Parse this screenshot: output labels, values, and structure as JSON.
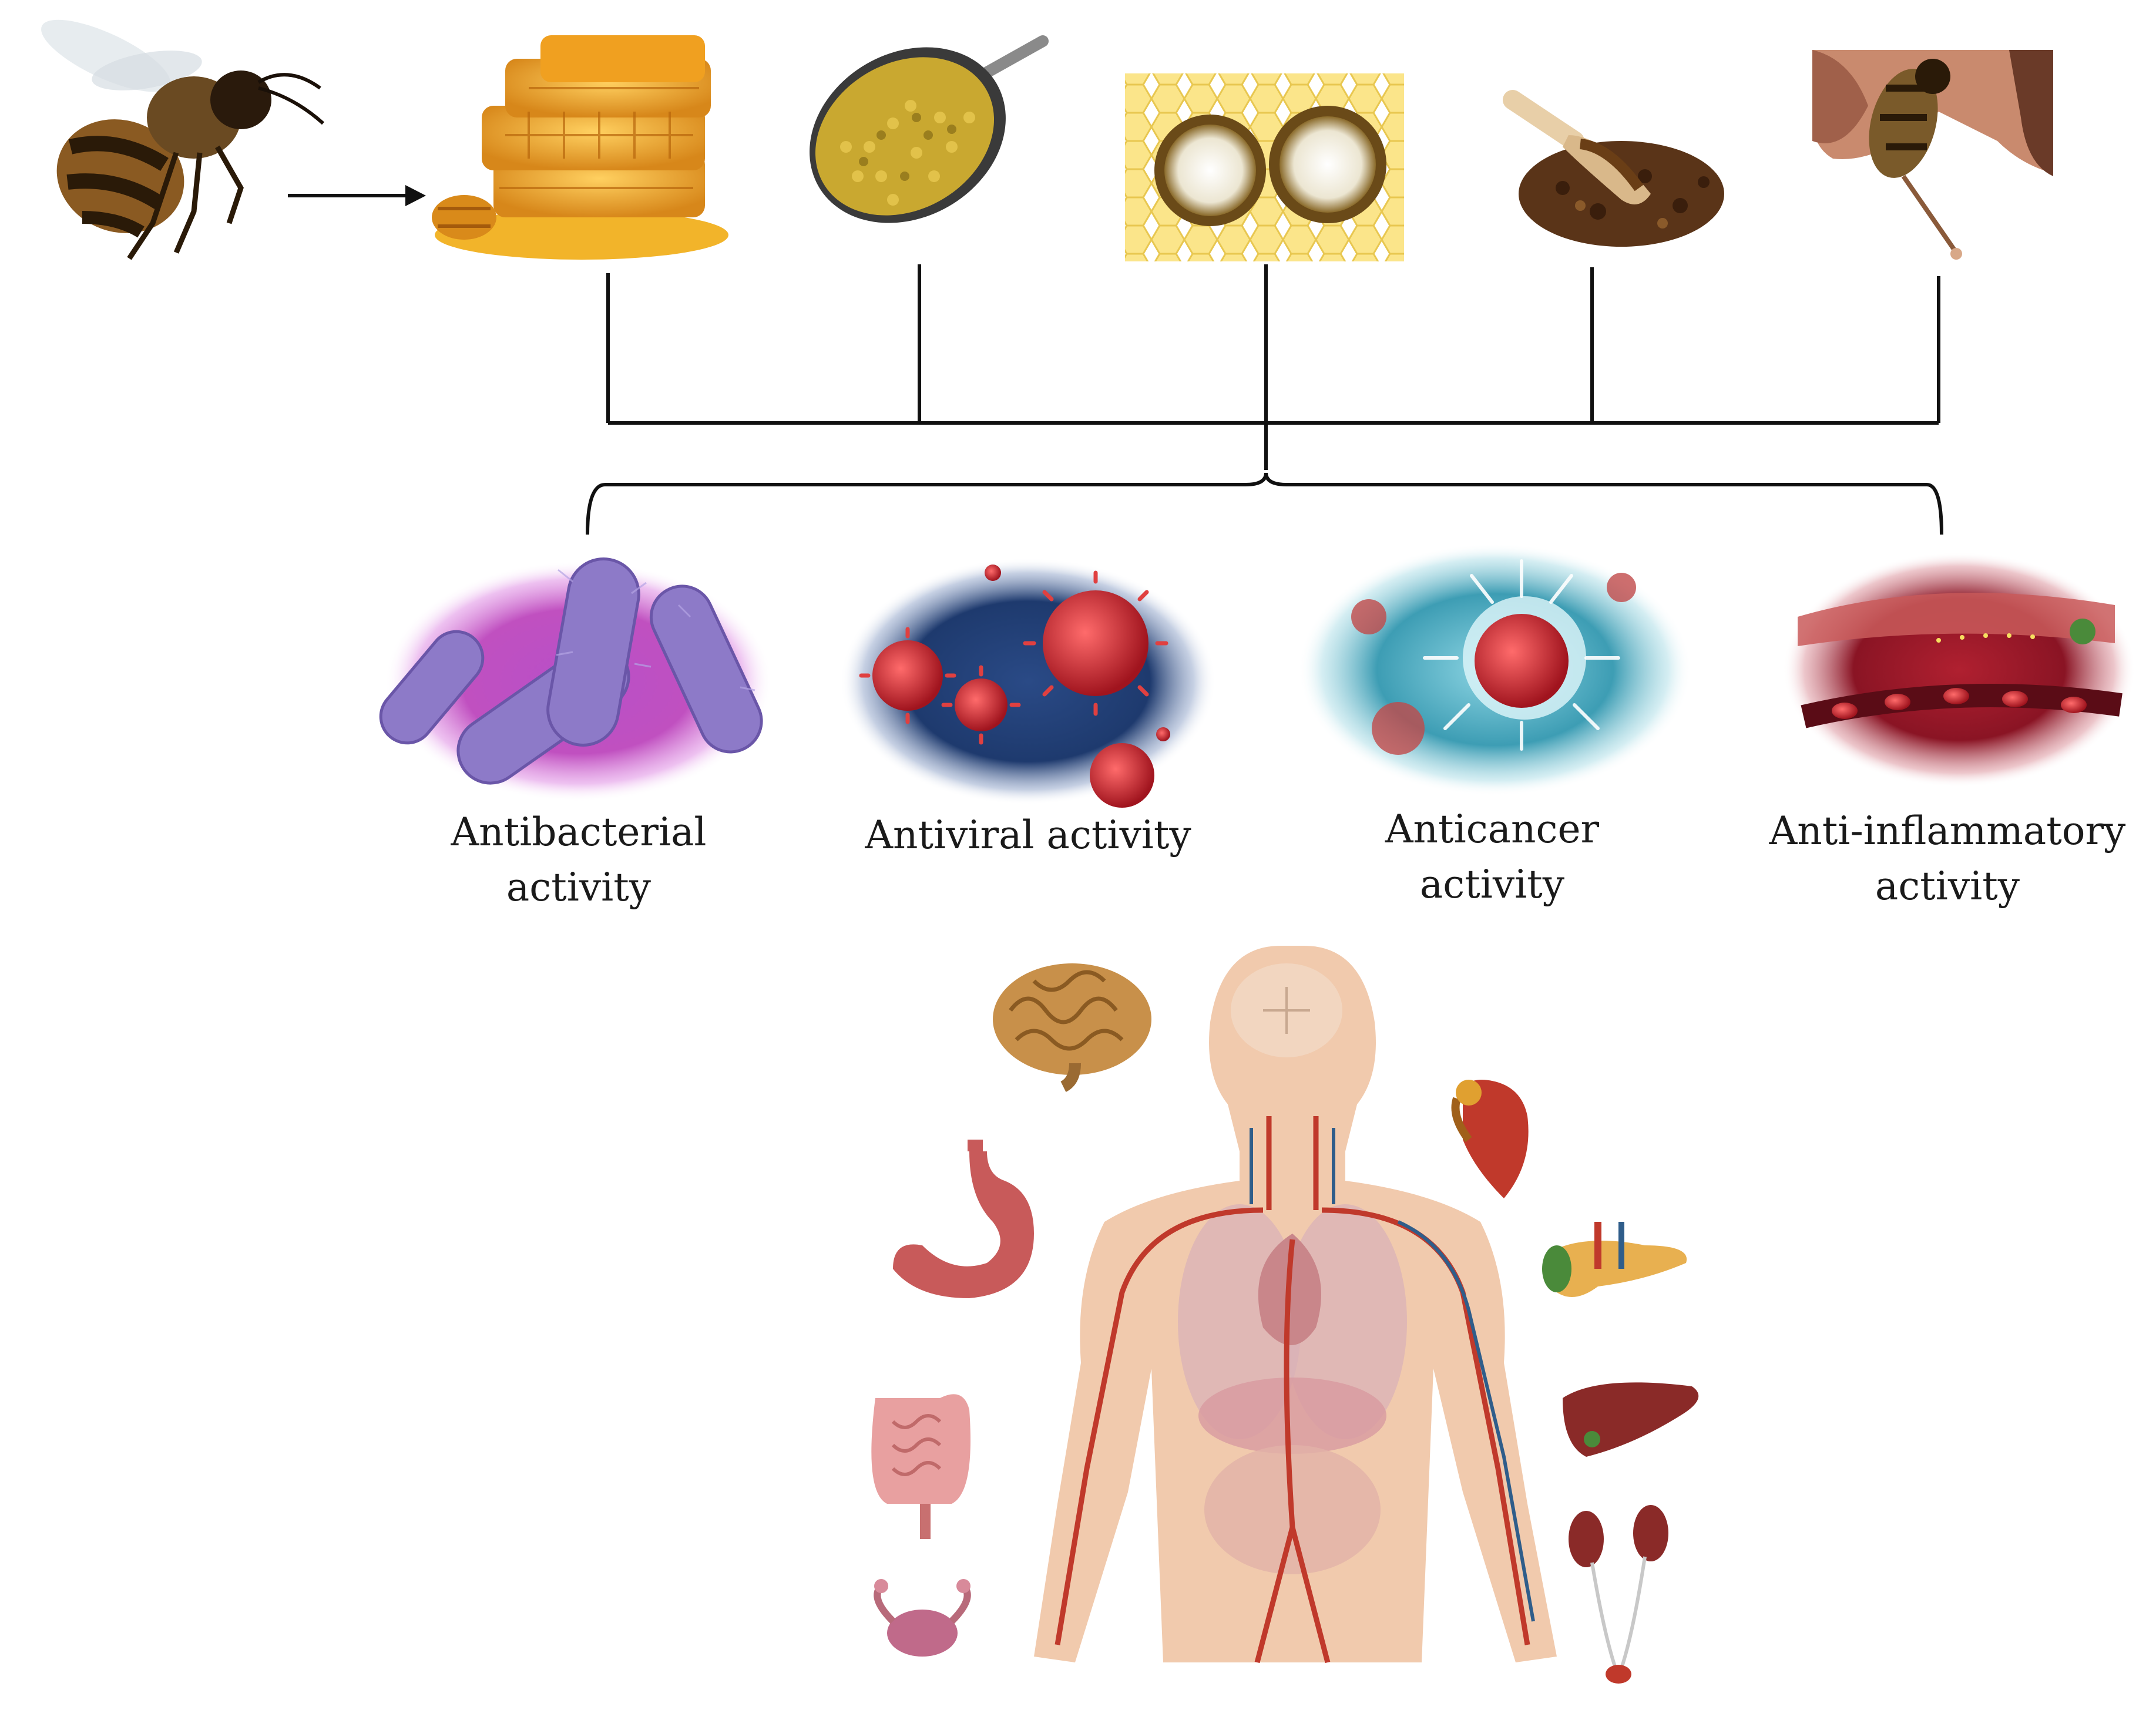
{
  "colors": {
    "connector": "#111111",
    "honey": "#e8a020",
    "pollen": "#c9a830",
    "royal_jelly": "#f2efe2",
    "propolis": "#5a3418",
    "venom_skin": "#c98a6e",
    "antibacterial": "#c040c0",
    "antiviral": "#1e3a6e",
    "anticancer": "#4fb0c6",
    "anti_inflammatory": "#a01828",
    "body_skin": "#f0c4a4",
    "artery": "#c0392b",
    "vein": "#2f5d8a"
  },
  "bee_products": [
    {
      "name": "honey",
      "icon": "honeycomb-icon"
    },
    {
      "name": "bee pollen",
      "icon": "pollen-spoon-icon"
    },
    {
      "name": "royal jelly",
      "icon": "royal-jelly-cells-icon"
    },
    {
      "name": "propolis",
      "icon": "propolis-scoop-icon"
    },
    {
      "name": "bee venom",
      "icon": "bee-sting-icon"
    }
  ],
  "activities": [
    {
      "lines": [
        "Antibacterial",
        "activity"
      ],
      "icon": "bacteria-icon"
    },
    {
      "lines": [
        "Antiviral activity"
      ],
      "icon": "virus-icon"
    },
    {
      "lines": [
        "Anticancer",
        "activity"
      ],
      "icon": "cancer-cell-icon"
    },
    {
      "lines": [
        "Anti-inflammatory",
        "activity"
      ],
      "icon": "inflamed-vessel-icon"
    }
  ],
  "organs": [
    "brain-icon",
    "stomach-icon",
    "intestine-icon",
    "uterus-icon",
    "heart-icon",
    "pancreas-icon",
    "liver-icon",
    "kidney-icon"
  ]
}
